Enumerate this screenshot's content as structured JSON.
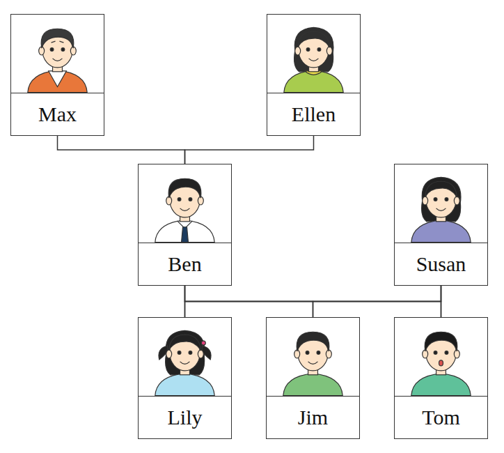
{
  "diagram": {
    "nodes": [
      {
        "text": [
          "Max"
        ]
      },
      {
        "text": [
          "Ellen"
        ]
      },
      {
        "text": [
          "Ben"
        ]
      },
      {
        "text": [
          "Susan"
        ]
      },
      {
        "text": [
          "Lily"
        ]
      },
      {
        "text": [
          "Jim"
        ]
      },
      {
        "text": [
          "Tom"
        ]
      }
    ],
    "edges": [
      {
        "from": 0,
        "to": 2,
        "arrow": "none"
      },
      {
        "from": 1,
        "to": 2,
        "arrow": "none"
      },
      {
        "from": 2,
        "to": 4,
        "arrow": "none"
      },
      {
        "from": 2,
        "to": 5,
        "arrow": "none"
      },
      {
        "from": 2,
        "to": 6,
        "arrow": "none"
      },
      {
        "from": 3,
        "to": 4,
        "arrow": "none"
      },
      {
        "from": 3,
        "to": 5,
        "arrow": "none"
      },
      {
        "from": 3,
        "to": 6,
        "arrow": "none"
      }
    ]
  }
}
